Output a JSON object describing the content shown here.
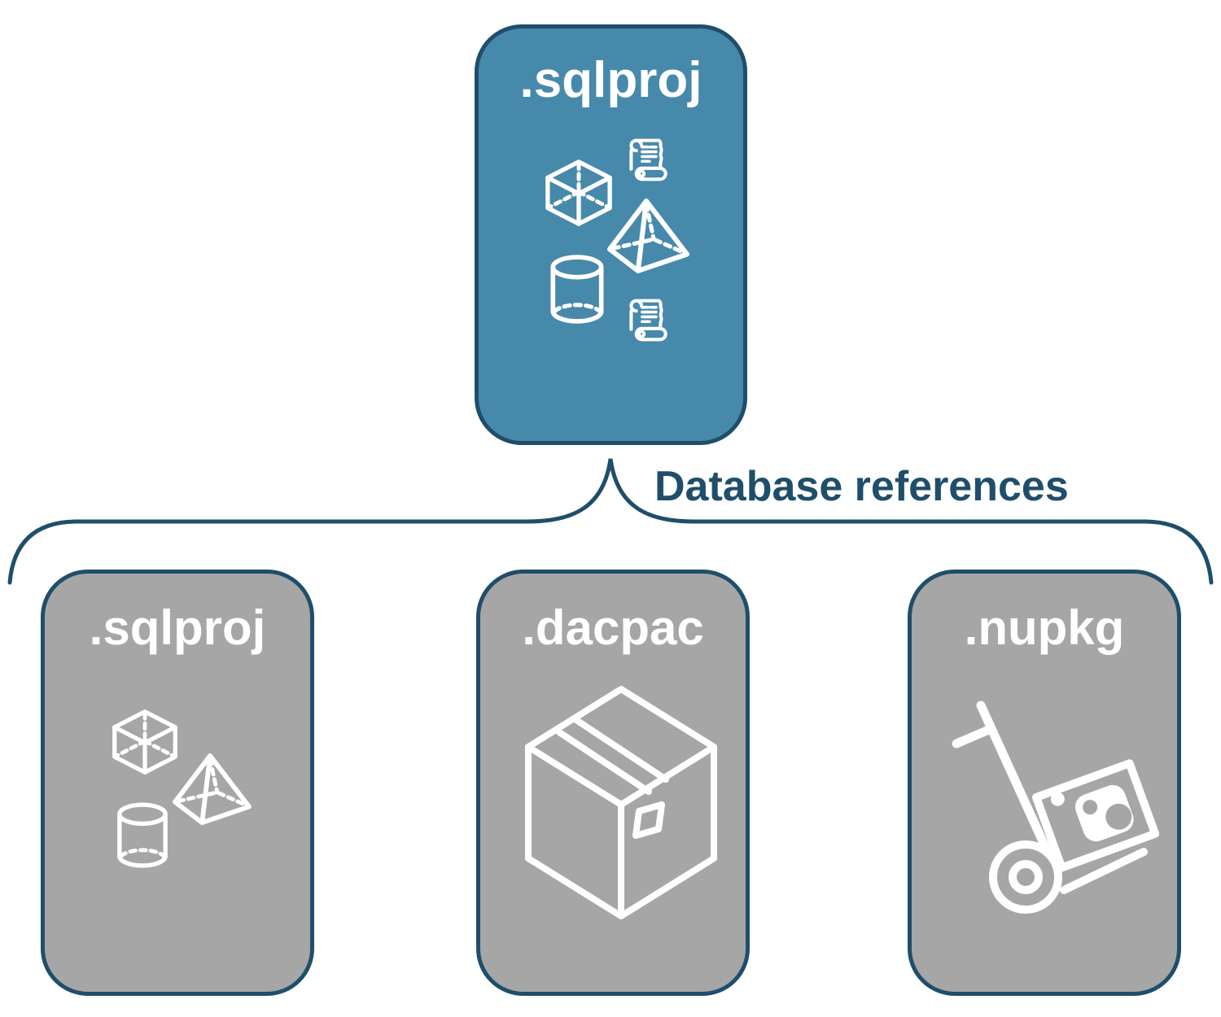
{
  "diagram": {
    "connector_label": "Database references",
    "root": {
      "label": ".sqlproj",
      "icon": "database-objects-icon"
    },
    "children": [
      {
        "label": ".sqlproj",
        "icon": "database-objects-icon"
      },
      {
        "label": ".dacpac",
        "icon": "package-box-icon"
      },
      {
        "label": ".nupkg",
        "icon": "nuget-hand-truck-icon"
      }
    ],
    "colors": {
      "accent_teal": "#4789ab",
      "node_gray": "#a6a6a6",
      "outline_navy": "#1f4e6b",
      "icon_white": "#ffffff"
    }
  }
}
